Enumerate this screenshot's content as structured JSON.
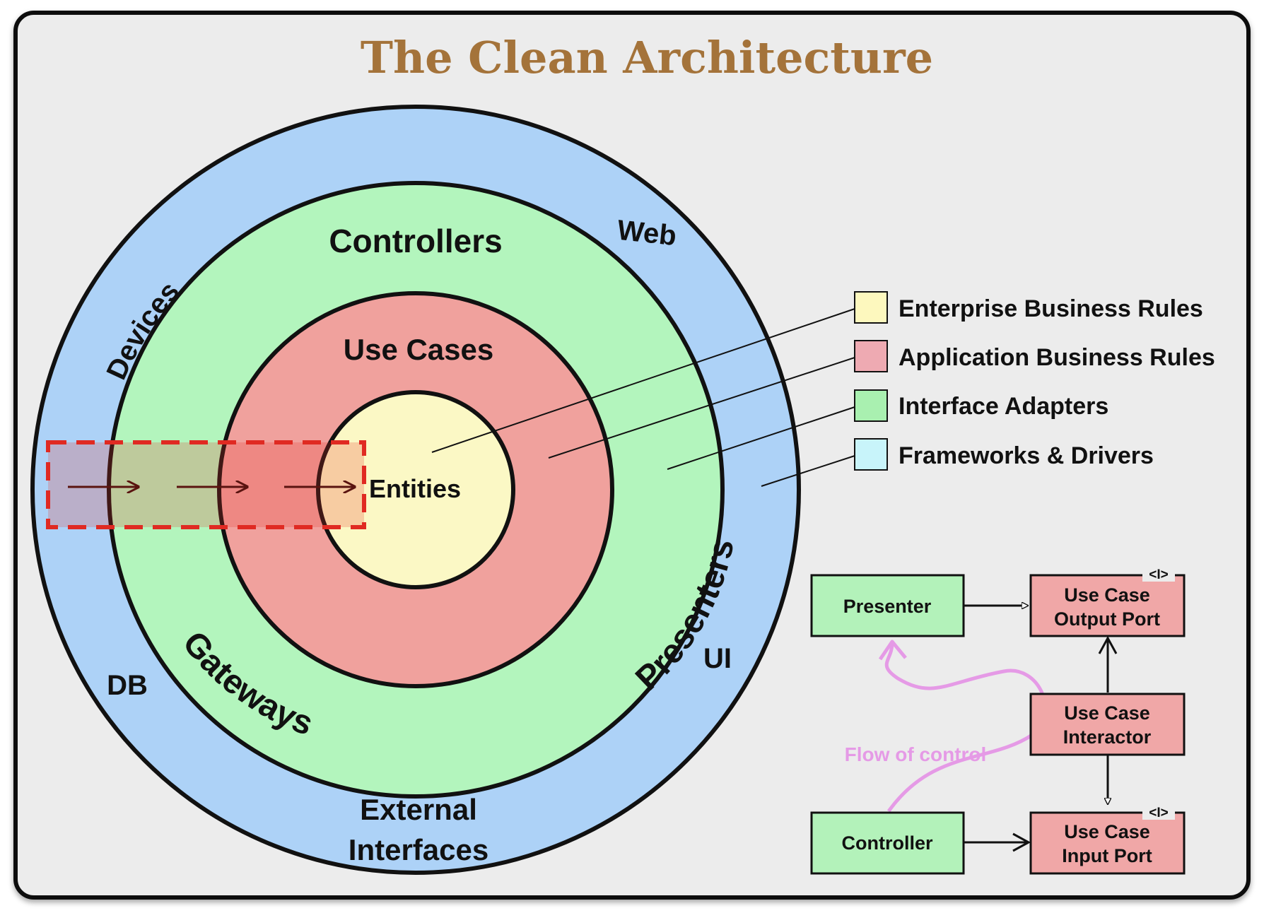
{
  "title": "The Clean Architecture",
  "rings": {
    "frameworks": {
      "labels": {
        "devices": "Devices",
        "web": "Web",
        "ui": "UI",
        "db": "DB",
        "external_line1": "External",
        "external_line2": "Interfaces"
      }
    },
    "adapters": {
      "labels": {
        "controllers": "Controllers",
        "gateways": "Gateways",
        "presenters": "Presenters"
      }
    },
    "use_cases": {
      "label": "Use Cases"
    },
    "entities": {
      "label": "Entities"
    }
  },
  "legend": [
    {
      "label": "Enterprise Business Rules",
      "color": "#fdf8be"
    },
    {
      "label": "Application Business Rules",
      "color": "#eeaab2"
    },
    {
      "label": "Interface Adapters",
      "color": "#a9f0b0"
    },
    {
      "label": "Frameworks & Drivers",
      "color": "#c8f4fa"
    }
  ],
  "flow_diagram": {
    "presenter": "Presenter",
    "controller": "Controller",
    "output_port_line1": "Use Case",
    "output_port_line2": "Output Port",
    "interactor_line1": "Use Case",
    "interactor_line2": "Interactor",
    "input_port_line1": "Use Case",
    "input_port_line2": "Input Port",
    "interface_marker": "<I>",
    "flow_label": "Flow of control"
  },
  "colors": {
    "panel_bg": "#ececec",
    "frameworks": "#add2f7",
    "adapters": "#b3f5bd",
    "use_cases": "#f0a19d",
    "entities": "#fbf8c5",
    "title": "#a4733a",
    "flow": "#e59ae6",
    "highlight_border": "#e02a22",
    "box_green": "#b3f2ba",
    "box_red": "#f0a7a7"
  }
}
